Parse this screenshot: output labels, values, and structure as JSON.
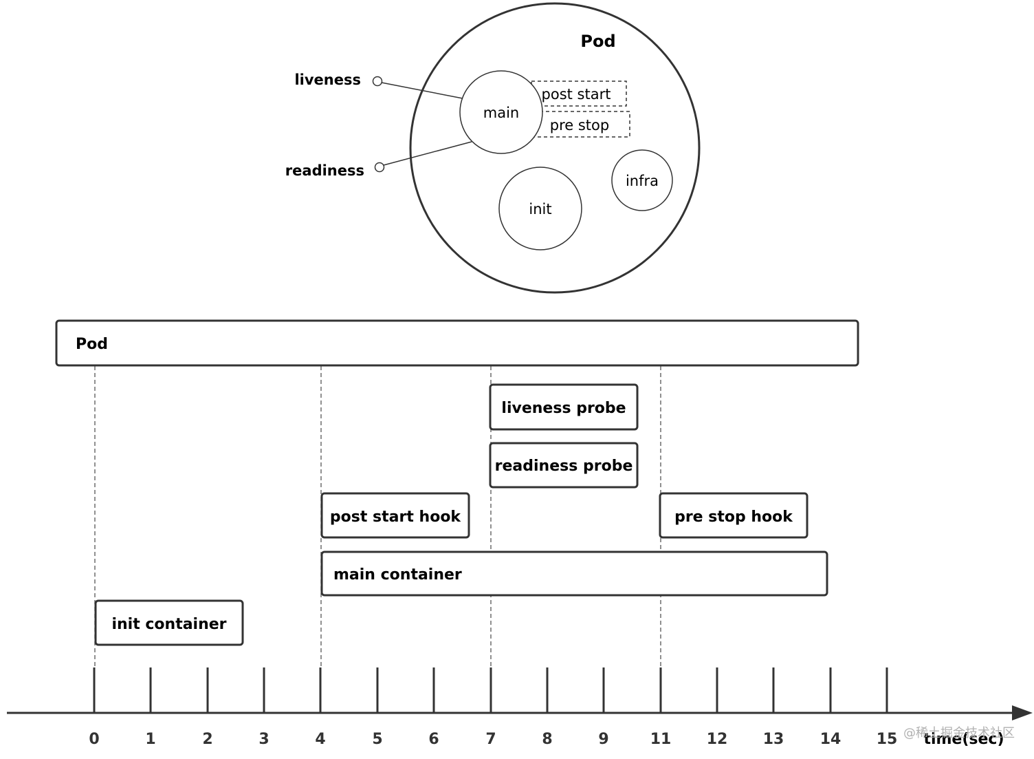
{
  "top_diagram": {
    "pod_title": "Pod",
    "containers": {
      "main": "main",
      "init": "init",
      "infra": "infra"
    },
    "hooks": {
      "post_start": "post start",
      "pre_stop": "pre stop"
    },
    "probes": {
      "liveness": "liveness",
      "readiness": "readiness"
    }
  },
  "timeline": {
    "pod_label": "Pod",
    "bars": {
      "liveness_probe": "liveness probe",
      "readiness_probe": "readiness probe",
      "post_start_hook": "post start hook",
      "pre_stop_hook": "pre stop hook",
      "main_container": "main container",
      "init_container": "init container"
    },
    "tick_labels": [
      "0",
      "1",
      "2",
      "3",
      "4",
      "5",
      "6",
      "7",
      "8",
      "9",
      "11",
      "12",
      "13",
      "14",
      "15"
    ],
    "axis_label": "time(sec)"
  },
  "watermark": "@稀土掘金技术社区"
}
